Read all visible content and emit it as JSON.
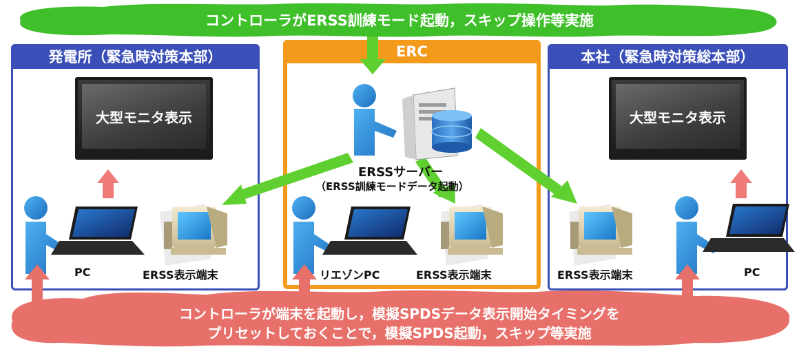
{
  "top_banner": "コントローラがERSS訓練モード起動，スキップ操作等実施",
  "left_panel": {
    "title": "発電所（緊急時対策本部）",
    "monitor_label": "大型モニタ表示",
    "pc_label": "PC",
    "terminal_label": "ERSS表示端末"
  },
  "center_panel": {
    "title": "ERC",
    "server_label": "ERSSサーバー",
    "server_sublabel": "（ERSS訓練モードデータ起動）",
    "pc_label": "リエゾンPC",
    "terminal_label": "ERSS表示端末"
  },
  "right_panel": {
    "title": "本社（緊急時対策総本部）",
    "monitor_label": "大型モニタ表示",
    "pc_label": "PC",
    "terminal_label": "ERSS表示端末"
  },
  "bottom_banner": {
    "line1": "コントローラが端末を起動し，模擬SPDSデータ表示開始タイミングを",
    "line2": "プリセットしておくことで，模擬SPDS起動，スキップ等実施"
  },
  "colors": {
    "panel_blue": "#3a4fb8",
    "erc_orange": "#f49a1a",
    "green_cloud": "#3fbf2a",
    "red_cloud": "#e8706a",
    "green_arrow": "#5fd030",
    "pink_arrow": "#f07a78"
  }
}
